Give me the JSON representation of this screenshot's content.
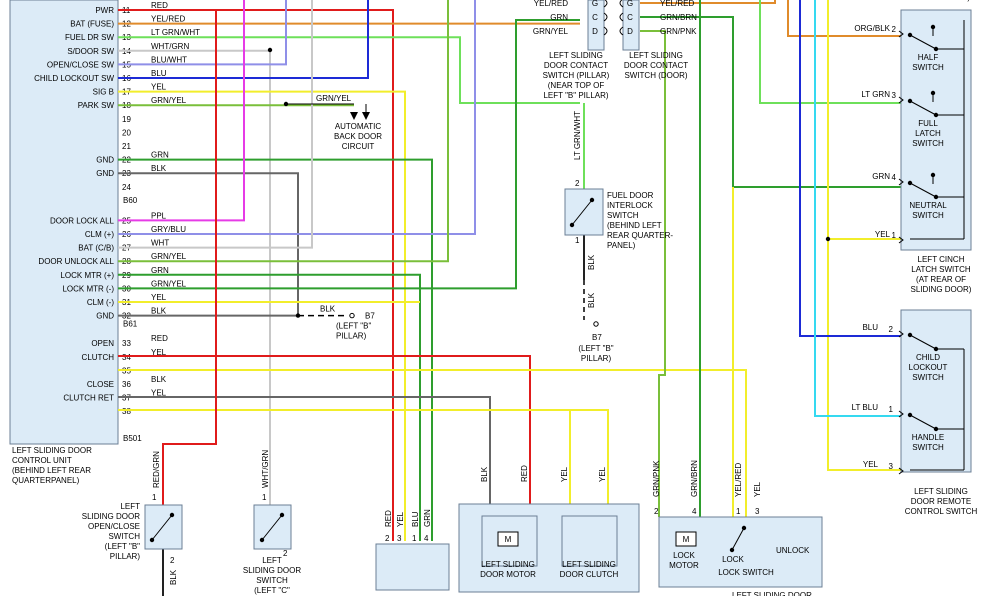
{
  "colors": {
    "red": "#e01b1b",
    "yellow": "#f2ee2b",
    "ltgrn": "#6ee05a",
    "green": "#2e9e2e",
    "blue": "#1d2bd6",
    "magenta": "#e63be6",
    "white": "#c8c8c8",
    "cyan": "#35d9f0",
    "gray": "#666666",
    "black": "#222222",
    "orange": "#e08b2b",
    "ltblue": "#8f8fe8",
    "grnyel": "#7abf3a",
    "box": "#dcebf7"
  },
  "unit": {
    "pins": [
      {
        "num": "11",
        "func": "PWR",
        "wire": "RED"
      },
      {
        "num": "12",
        "func": "BAT (FUSE)",
        "wire": "YEL/RED"
      },
      {
        "num": "13",
        "func": "FUEL DR SW",
        "wire": "LT GRN/WHT"
      },
      {
        "num": "14",
        "func": "S/DOOR SW",
        "wire": "WHT/GRN"
      },
      {
        "num": "15",
        "func": "OPEN/CLOSE SW",
        "wire": "BLU/WHT"
      },
      {
        "num": "16",
        "func": "CHILD LOCKOUT SW",
        "wire": "BLU"
      },
      {
        "num": "17",
        "func": "SIG B",
        "wire": "YEL"
      },
      {
        "num": "18",
        "func": "PARK SW",
        "wire": "GRN/YEL"
      },
      {
        "num": "19",
        "func": "",
        "wire": ""
      },
      {
        "num": "20",
        "func": "",
        "wire": ""
      },
      {
        "num": "21",
        "func": "",
        "wire": ""
      },
      {
        "num": "22",
        "func": "GND",
        "wire": "GRN"
      },
      {
        "num": "23",
        "func": "GND",
        "wire": "BLK"
      },
      {
        "num": "24",
        "func": "",
        "wire": ""
      },
      {
        "num": "25",
        "func": "DOOR LOCK ALL",
        "wire": "PPL"
      },
      {
        "num": "26",
        "func": "CLM (+)",
        "wire": "GRY/BLU"
      },
      {
        "num": "27",
        "func": "BAT (C/B)",
        "wire": "WHT"
      },
      {
        "num": "28",
        "func": "DOOR UNLOCK ALL",
        "wire": "GRN/YEL"
      },
      {
        "num": "29",
        "func": "LOCK MTR (+)",
        "wire": "GRN"
      },
      {
        "num": "30",
        "func": "LOCK MTR (-)",
        "wire": "GRN/YEL"
      },
      {
        "num": "31",
        "func": "CLM (-)",
        "wire": "YEL"
      },
      {
        "num": "32",
        "func": "GND",
        "wire": "BLK"
      },
      {
        "num": "33",
        "func": "OPEN",
        "wire": "RED"
      },
      {
        "num": "34",
        "func": "CLUTCH",
        "wire": "YEL"
      },
      {
        "num": "35",
        "func": "",
        "wire": ""
      },
      {
        "num": "36",
        "func": "CLOSE",
        "wire": "BLK"
      },
      {
        "num": "37",
        "func": "CLUTCH RET",
        "wire": "YEL"
      },
      {
        "num": "38",
        "func": "",
        "wire": ""
      }
    ],
    "connectors": [
      "B60",
      "B61",
      "B501"
    ],
    "label": [
      "LEFT SLIDING DOOR",
      "CONTROL UNIT",
      "(BEHIND LEFT REAR",
      "QUARTERPANEL)"
    ]
  },
  "back_door": [
    "AUTOMATIC",
    "BACK DOOR",
    "CIRCUIT"
  ],
  "ground_b7": {
    "wire": "BLK",
    "name": "B7",
    "loc": [
      "(LEFT \"B\"",
      "PILLAR)"
    ]
  },
  "contact_pillar": {
    "wires": [
      "YEL/RED",
      "GRN",
      "GRN/YEL"
    ],
    "pins": [
      "G",
      "C",
      "D"
    ],
    "label": [
      "LEFT SLIDING",
      "DOOR CONTACT",
      "SWITCH (PILLAR)",
      "(NEAR TOP OF",
      "LEFT \"B\" PILLAR)"
    ]
  },
  "contact_door": {
    "wires": [
      "YEL/RED",
      "GRN/BRN",
      "GRN/PNK"
    ],
    "pins": [
      "G",
      "C",
      "D"
    ],
    "label": [
      "LEFT SLIDING",
      "DOOR CONTACT",
      "SWITCH (DOOR)"
    ]
  },
  "fuel_switch": {
    "wire_top": "LT GRN/WHT",
    "pin_top": "2",
    "wire_bot": "BLK",
    "pin_bot": "1",
    "label": [
      "FUEL DOOR",
      "INTERLOCK",
      "SWITCH",
      "(BEHIND LEFT",
      "REAR QUARTER-",
      "PANEL)"
    ],
    "ground": "B7",
    "ground_loc": [
      "(LEFT \"B\"",
      "PILLAR)"
    ]
  },
  "cinch": {
    "top_label": "SLIDING DOOR)",
    "rows": [
      {
        "wire": "ORG/BLK",
        "pin": "2",
        "name": [
          "HALF",
          "SWITCH"
        ]
      },
      {
        "wire": "LT GRN",
        "pin": "3",
        "name": [
          "FULL",
          "LATCH",
          "SWITCH"
        ]
      },
      {
        "wire": "GRN",
        "pin": "4",
        "name": [
          "NEUTRAL",
          "SWITCH"
        ]
      },
      {
        "wire": "YEL",
        "pin": "1",
        "name": []
      }
    ],
    "label": [
      "LEFT CINCH",
      "LATCH SWITCH",
      "(AT REAR OF",
      "SLIDING DOOR)"
    ]
  },
  "remote": {
    "rows": [
      {
        "wire": "BLU",
        "pin": "2",
        "name": [
          "CHILD",
          "LOCKOUT",
          "SWITCH"
        ]
      },
      {
        "wire": "LT BLU",
        "pin": "1",
        "name": [
          "HANDLE",
          "SWITCH"
        ]
      },
      {
        "wire": "YEL",
        "pin": "3",
        "name": []
      }
    ],
    "label": [
      "LEFT SLIDING",
      "DOOR REMOTE",
      "CONTROL SWITCH"
    ]
  },
  "openclose": {
    "wire_top": "RED/GRN",
    "pin_top": "1",
    "wire_bot": "BLK",
    "pin_bot": "2",
    "label": [
      "LEFT",
      "SLIDING DOOR",
      "OPEN/CLOSE",
      "SWITCH",
      "(LEFT \"B\"",
      "PILLAR)"
    ]
  },
  "door_sw": {
    "wire": "WHT/GRN",
    "pin_top": "1",
    "pin_bot": "2",
    "label": [
      "LEFT",
      "SLIDING DOOR",
      "SWITCH",
      "(LEFT \"C\""
    ]
  },
  "bottom_conn": {
    "wires": [
      "RED",
      "YEL",
      "BLU",
      "GRN"
    ],
    "pins": [
      "2",
      "3",
      "1",
      "4"
    ]
  },
  "motor": {
    "wires": [
      "BLK",
      "RED"
    ],
    "icon": "M",
    "label": [
      "LEFT SLIDING",
      "DOOR MOTOR"
    ]
  },
  "clutch": {
    "wires": [
      "YEL",
      "YEL"
    ],
    "label": [
      "LEFT SLIDING",
      "DOOR CLUTCH"
    ]
  },
  "lock": {
    "wires": [
      "GRN/PNK",
      "GRN/BRN",
      "YEL/RED",
      "YEL"
    ],
    "pins": [
      "2",
      "4",
      "1",
      "3"
    ],
    "icon": "M",
    "motor": [
      "LOCK",
      "MOTOR"
    ],
    "switch": "LOCK SWITCH",
    "lock": "LOCK",
    "unlock": "UNLOCK",
    "bottom": "LEFT SLIDING DOOR"
  }
}
